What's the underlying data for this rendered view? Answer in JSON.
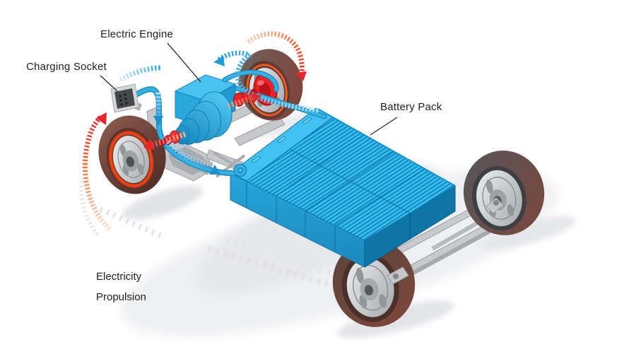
{
  "annotations": {
    "electric_engine": {
      "label": "Electric Engine"
    },
    "charging_socket": {
      "label": "Charging Socket"
    },
    "battery_pack": {
      "label": "Battery Pack"
    }
  },
  "legend": {
    "items": [
      {
        "id": "electricity",
        "label": "Electricity",
        "color": "#1E9CD7",
        "color_light": "#D9EDF9"
      },
      {
        "id": "propulsion",
        "label": "Propulsion",
        "color": "#E9252B",
        "color_light": "#FCE3D1"
      }
    ]
  },
  "colors": {
    "background": "#FFFFFF",
    "electric_blue": "#2FB0E5",
    "electric_blue_dark": "#1586BC",
    "propulsion_red": "#E9252B",
    "chassis_gray": "#C7C8CC",
    "tire_brown": "#6E4238",
    "label_text": "#231F20"
  }
}
